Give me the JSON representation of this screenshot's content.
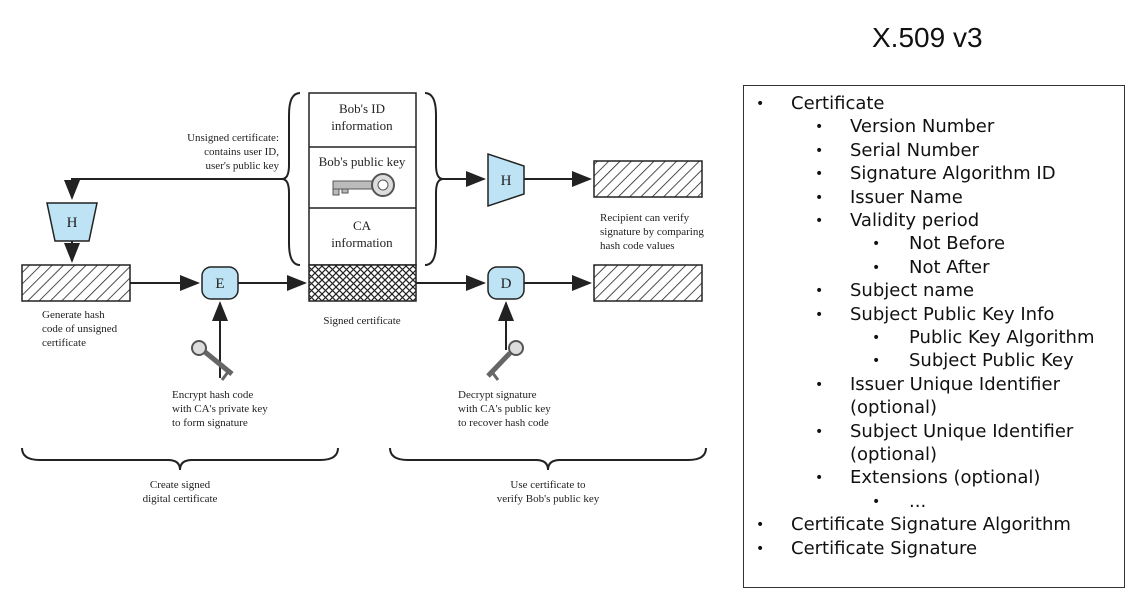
{
  "title": "X.509 v3",
  "diagram": {
    "cert_fields": [
      "Bob's ID",
      "information",
      "Bob's public key",
      "CA",
      "information"
    ],
    "unsigned_note": [
      "Unsigned certificate:",
      "contains user ID,",
      "user's public key"
    ],
    "hash_label": "H",
    "encrypt_label": "E",
    "decrypt_label": "D",
    "generate_note": [
      "Generate hash",
      "code of unsigned",
      "certificate"
    ],
    "signed_label": "Signed certificate",
    "encrypt_note": [
      "Encrypt hash code",
      "with CA's private key",
      "to form signature"
    ],
    "decrypt_note": [
      "Decrypt signature",
      "with CA's public key",
      "to recover hash code"
    ],
    "recipient_note": [
      "Recipient can verify",
      "signature by comparing",
      "hash code values"
    ],
    "create_note": [
      "Create signed",
      "digital certificate"
    ],
    "use_note": [
      "Use certificate to",
      "verify Bob's public key"
    ]
  },
  "structure": [
    {
      "level": 0,
      "text": "Certificate"
    },
    {
      "level": 1,
      "text": "Version Number"
    },
    {
      "level": 1,
      "text": "Serial Number"
    },
    {
      "level": 1,
      "text": "Signature Algorithm ID"
    },
    {
      "level": 1,
      "text": "Issuer Name"
    },
    {
      "level": 1,
      "text": "Validity period"
    },
    {
      "level": 2,
      "text": "Not Before"
    },
    {
      "level": 2,
      "text": "Not After"
    },
    {
      "level": 1,
      "text": "Subject name"
    },
    {
      "level": 1,
      "text": "Subject Public Key Info"
    },
    {
      "level": 2,
      "text": "Public Key Algorithm"
    },
    {
      "level": 2,
      "text": "Subject Public Key"
    },
    {
      "level": 1,
      "text": "Issuer Unique Identifier"
    },
    {
      "level": 1,
      "text": "(optional)",
      "continuation": true
    },
    {
      "level": 1,
      "text": "Subject Unique Identifier"
    },
    {
      "level": 1,
      "text": "(optional)",
      "continuation": true
    },
    {
      "level": 1,
      "text": "Extensions (optional)"
    },
    {
      "level": 2,
      "text": "..."
    },
    {
      "level": 0,
      "text": "Certificate Signature Algorithm"
    },
    {
      "level": 0,
      "text": "Certificate Signature"
    }
  ],
  "colors": {
    "box_fill": "#bde3f5",
    "line": "#222222"
  }
}
